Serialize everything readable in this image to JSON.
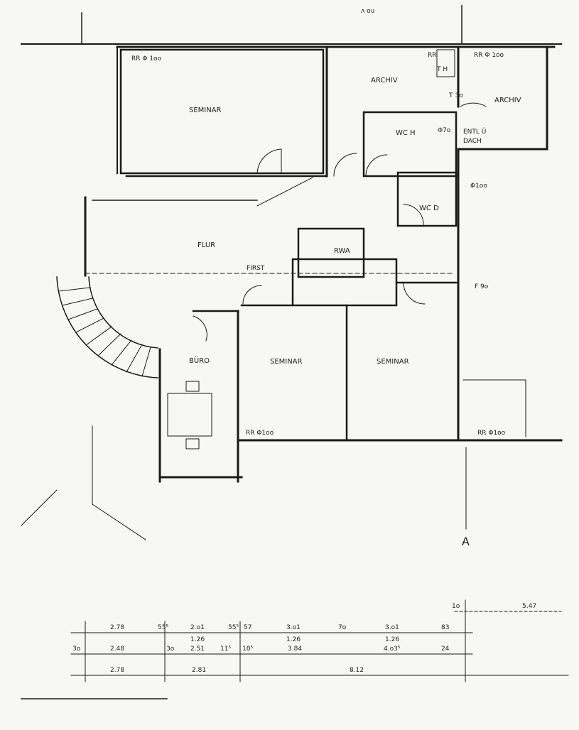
{
  "rooms": {
    "seminar_top": "SEMINAR",
    "archiv_1": "ARCHIV",
    "archiv_2": "ARCHIV",
    "wc_h": "WC H",
    "wc_d": "WC D",
    "flur": "FLUR",
    "rwa": "RWA",
    "buero": "BÜRO",
    "seminar_mid": "SEMINAR",
    "seminar_right": "SEMINAR"
  },
  "annotations": {
    "rr_top_left": "RR Φ 1oo",
    "rr_top_right": "RR Φ 1oo",
    "rr_label": "RR",
    "th": "T H",
    "t30": "T 3o",
    "phi70": "Φ7o",
    "entlue": "ENTL Ü",
    "dach": "DACH",
    "phi100_wc": "Φ1oo",
    "first": "FIRST",
    "f90": "F 9o",
    "rr_seminar_mid": "RR Φ1oo",
    "rr_seminar_right": "RR Φ1oo",
    "section_a": "A",
    "top_scribble": "ᴧ ᴏᴜ"
  },
  "dimensions": {
    "right_top": [
      "1o",
      "5.47"
    ],
    "row1": [
      "2.78",
      "55⁵",
      "2.o1",
      "55⁵",
      "57",
      "3.o1",
      "7o",
      "3.o1",
      "83"
    ],
    "row1_sub": [
      "1.26",
      "1.26",
      "1.26"
    ],
    "row2": [
      "3o",
      "2.48",
      "3o",
      "2.51",
      "11⁵",
      "18⁵",
      "3.84",
      "4.o3⁵",
      "24"
    ],
    "row3": [
      "2.78",
      "2.81",
      "8.12"
    ]
  }
}
